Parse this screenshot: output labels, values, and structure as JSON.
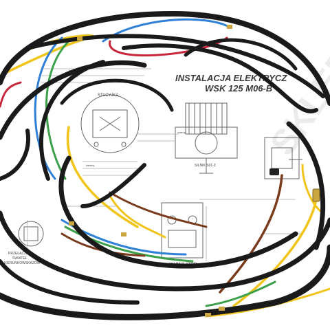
{
  "diagram": {
    "title_line1": "INSTALACJA ELEKTRYCZ",
    "title_line2": "WSK 125 M06-B",
    "labels": {
      "stacyjka": "STACYJKA",
      "silnik": "SILNIK S01-Z",
      "akumulator": "AKUMULATOR",
      "przelacznik_1": "PRZEŁĄCZNIK",
      "przelacznik_2": "ŚWIATEŁ",
      "przelacznik_3": "KIERUNKOWSKAZÓW",
      "wire_brazowy": "brązowy",
      "wire_zolty": "żółty",
      "wire_czarny": "czarny",
      "wire_zielony": "zielony"
    }
  },
  "watermark": "SKLEP",
  "colors": {
    "paper": "#ffffff",
    "line_art": "#555555",
    "cable_sheath": "#1a1a1a",
    "wire_yellow": "#f0c419",
    "wire_blue": "#2e7fd6",
    "wire_red": "#c8263a",
    "wire_green": "#3aa04a",
    "wire_brown": "#7a3b1d",
    "connector_brass": "#c9a640"
  }
}
